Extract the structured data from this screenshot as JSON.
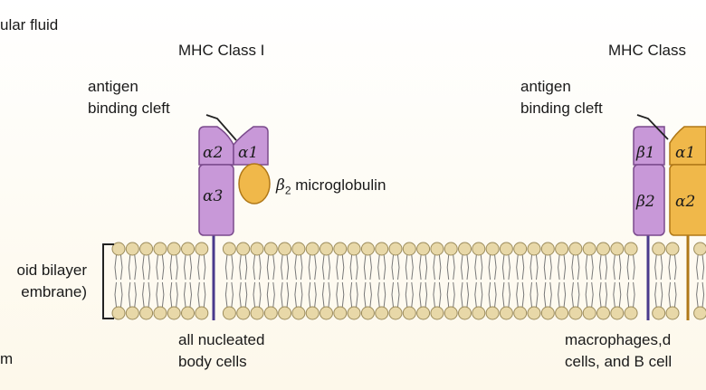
{
  "labels": {
    "extracellular": "ular fluid",
    "mhc1_title": "MHC Class I",
    "mhc2_title": "MHC Class",
    "cleft1": "antigen\nbinding cleft",
    "cleft2": "antigen\nbinding cleft",
    "b2m_beta": "β",
    "b2m_sub": "2",
    "b2m_text": " microglobulin",
    "bilayer": "oid bilayer\nembrane)",
    "cytoplasm": "m",
    "cells1": "all nucleated\nbody cells",
    "cells2": "macrophages,d\ncells, and B cell"
  },
  "domains": {
    "mhc1_a2": "α2",
    "mhc1_a1": "α1",
    "mhc1_a3": "α3",
    "mhc2_b1": "β1",
    "mhc2_a1": "α1",
    "mhc2_b2": "β2",
    "mhc2_a2": "α2"
  },
  "colors": {
    "purple": "#c898d8",
    "purple_dark": "#7a4a8c",
    "orange": "#f0b84a",
    "orange_dark": "#b07818",
    "lipid_head": "#e8d8a8",
    "lipid_edge": "#9c8c5c",
    "tail": "#777777"
  }
}
